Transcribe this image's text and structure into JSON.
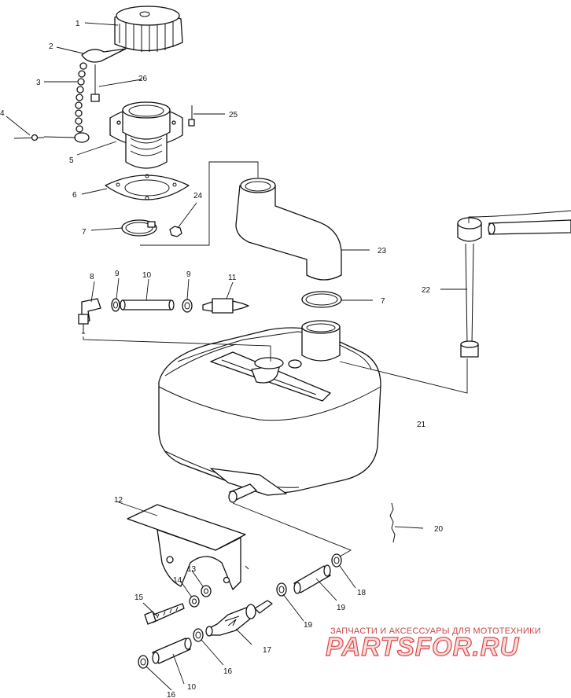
{
  "callouts": {
    "c1": "1",
    "c2": "2",
    "c3": "3",
    "c4": "4",
    "c5": "5",
    "c6": "6",
    "c7a": "7",
    "c7b": "7",
    "c8": "8",
    "c9a": "9",
    "c9b": "9",
    "c10a": "10",
    "c10b": "10",
    "c11": "11",
    "c12": "12",
    "c13": "13",
    "c14": "14",
    "c15": "15",
    "c16a": "16",
    "c16b": "16",
    "c17": "17",
    "c18": "18",
    "c19a": "19",
    "c19b": "19",
    "c20": "20",
    "c21": "21",
    "c22": "22",
    "c23": "23",
    "c24": "24",
    "c25": "25",
    "c26": "26"
  },
  "watermark": {
    "caption": "ЗАПЧАСТИ И АКСЕССУАРЫ ДЛЯ МОТОТЕХНИКИ",
    "logo": "PARTSFOR.RU",
    "color": "#e04545"
  }
}
